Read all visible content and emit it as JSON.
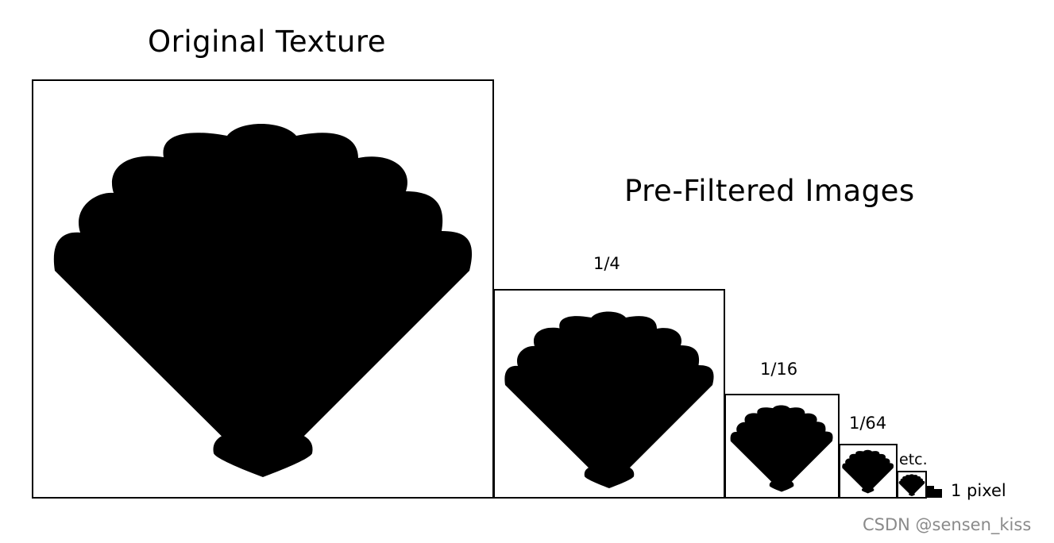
{
  "labels": {
    "original_texture": "Original Texture",
    "pre_filtered_images": "Pre-Filtered Images",
    "quarter": "1/4",
    "sixteenth": "1/16",
    "sixtyfourth": "1/64",
    "etc": "etc.",
    "one_pixel": "1 pixel"
  },
  "watermark": "CSDN @sensen_kiss",
  "mipmap_levels": [
    {
      "name": "Original Texture",
      "scale": 1
    },
    {
      "name": "1/4",
      "scale": 0.25
    },
    {
      "name": "1/16",
      "scale": 0.0625
    },
    {
      "name": "1/64",
      "scale": 0.015625
    },
    {
      "name": "etc.",
      "scale": null
    },
    {
      "name": "1 pixel",
      "scale": null
    }
  ]
}
